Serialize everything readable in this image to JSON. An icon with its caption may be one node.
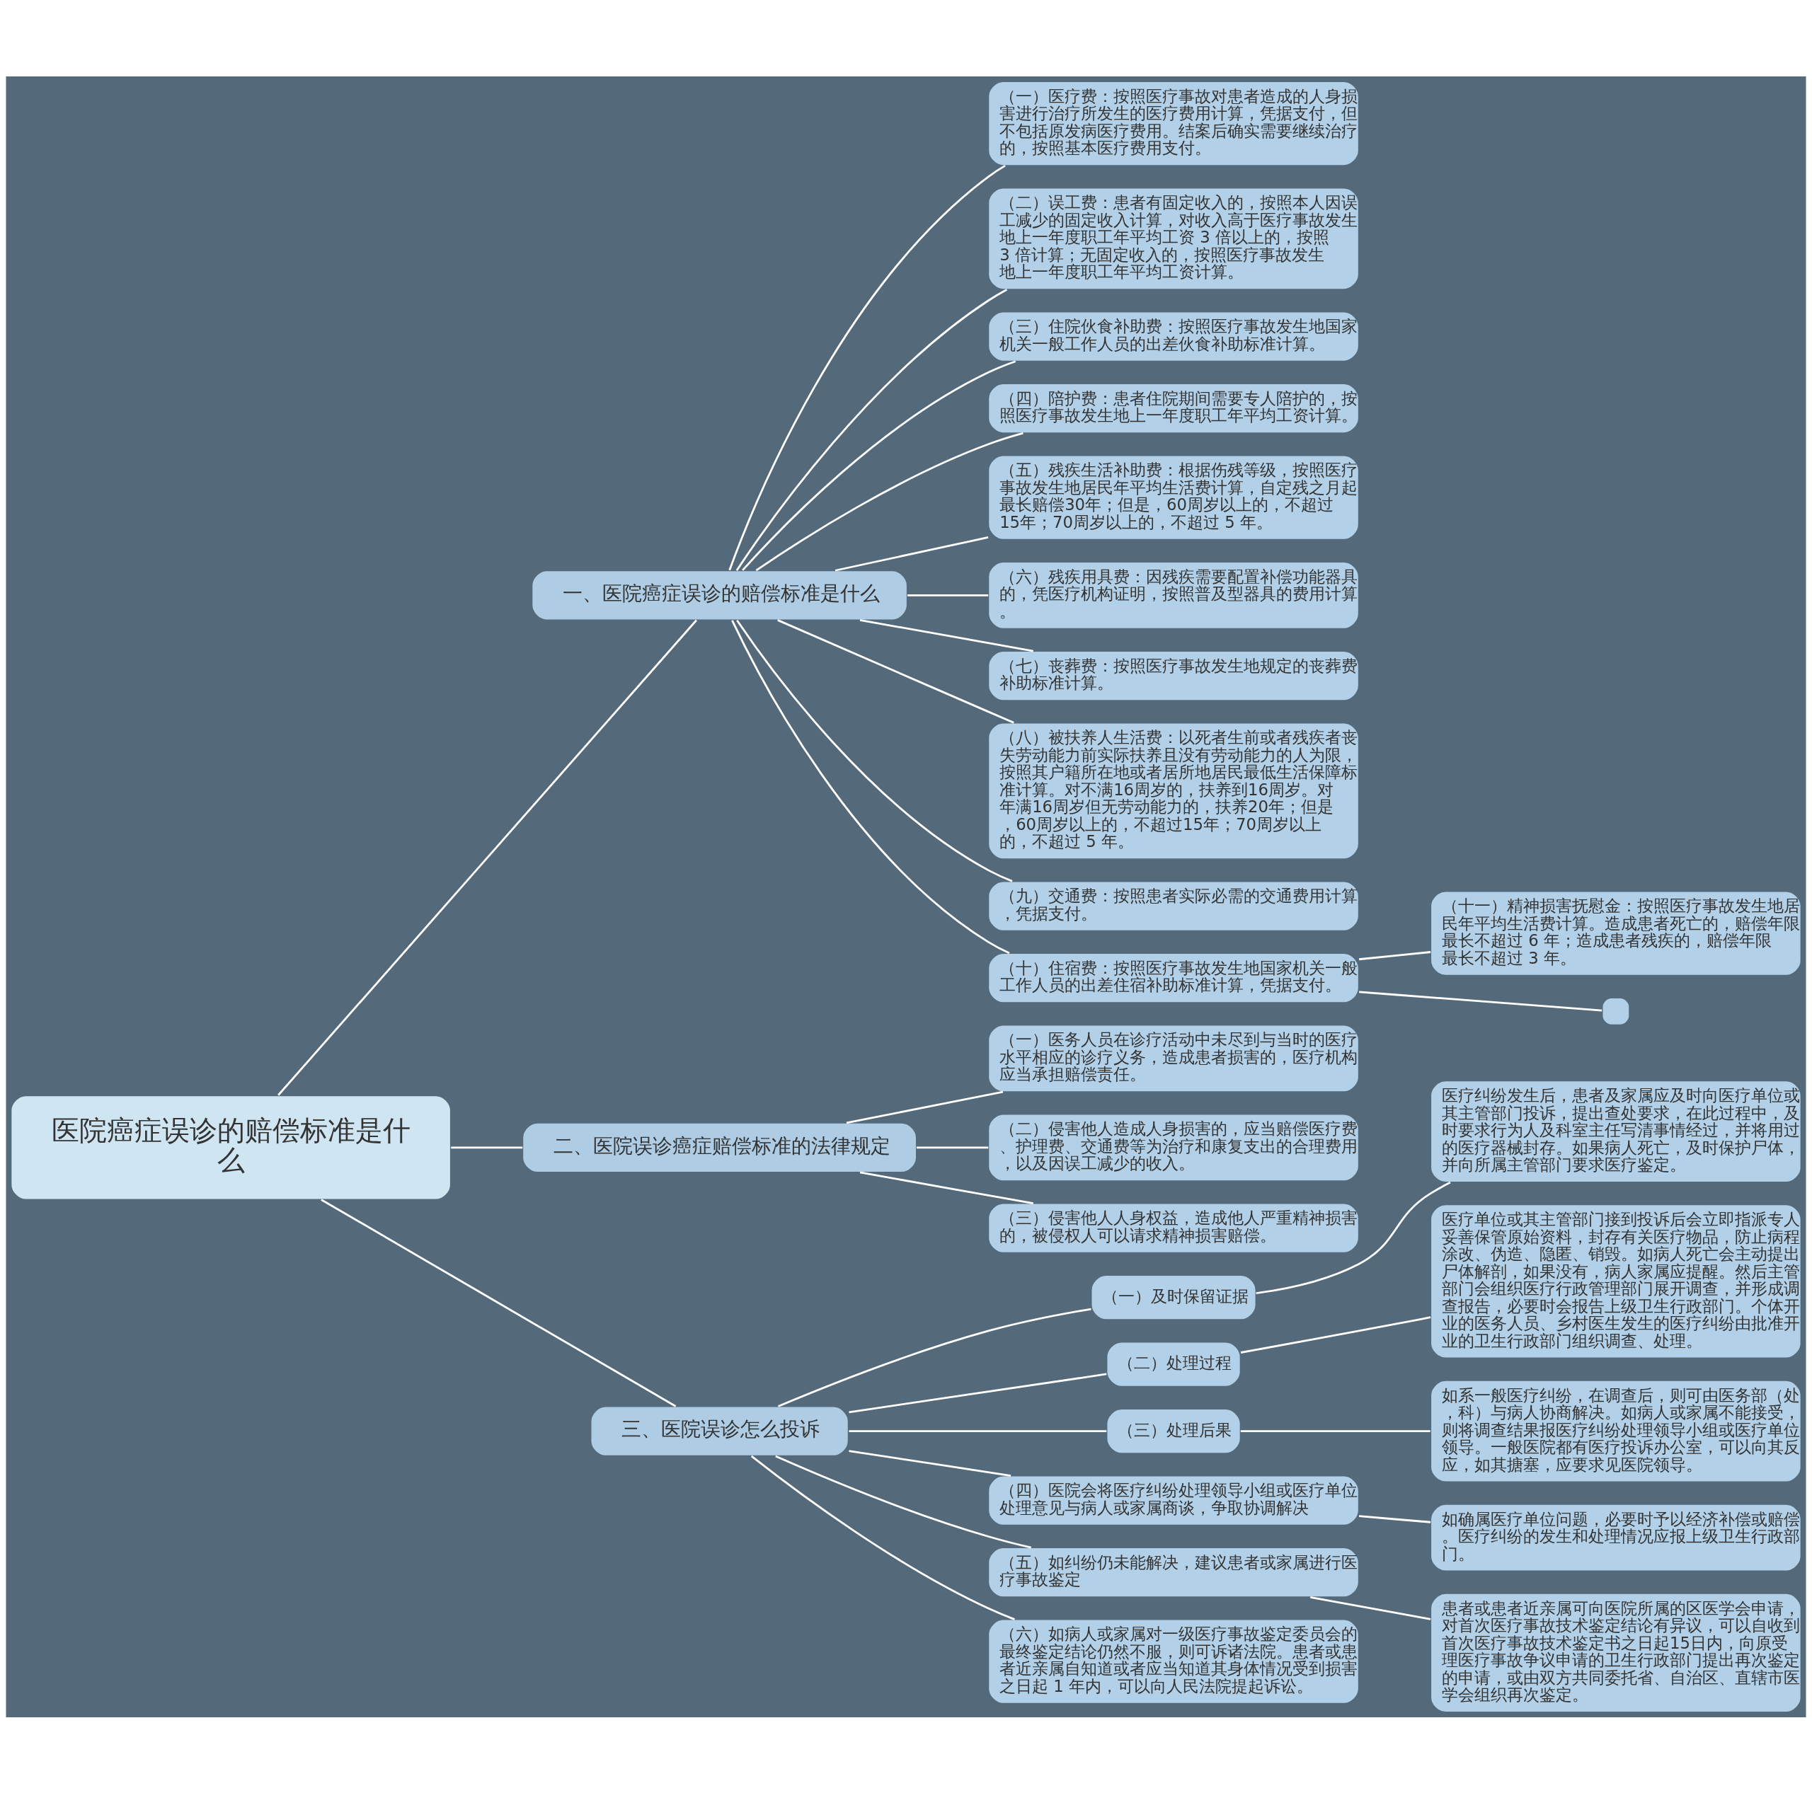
{
  "diagram": {
    "nodes": [
      {
        "text": [
          "医院癌症误诊的赔偿标准是什么"
        ]
      },
      {
        "text": [
          "一、医院癌症误诊的赔偿标准是什么"
        ]
      },
      {
        "text": [
          "（一）医疗费：按照医疗事故对患者造成的人身损害进行治疗所发生的医疗费用计算，凭据支付，但不包括原发病医疗费用。结案后确实需要继续治疗的，按照基本医疗费用支付。"
        ]
      },
      {
        "text": [
          "（二）误工费：患者有固定收入的，按照本人因误工减少的固定收入计算，对收入高于医疗事故发生地上一年度职工年平均工资 3 倍以上的，按照 3 倍计算；无固定收入的，按照医疗事故发生地上一年度职工年平均工资计算。"
        ]
      },
      {
        "text": [
          "（三）住院伙食补助费：按照医疗事故发生地国家机关一般工作人员的出差伙食补助标准计算。"
        ]
      },
      {
        "text": [
          "（四）陪护费：患者住院期间需要专人陪护的，按照医疗事故发生地上一年度职工年平均工资计算。"
        ]
      },
      {
        "text": [
          "（五）残疾生活补助费：根据伤残等级，按照医疗事故发生地居民年平均生活费计算，自定残之月起最长赔偿30年；但是，60周岁以上的，不超过15年；70周岁以上的，不超过 5 年。"
        ]
      },
      {
        "text": [
          "（六）残疾用具费：因残疾需要配置补偿功能器具的，凭医疗机构证明，按照普及型器具的费用计算。"
        ]
      },
      {
        "text": [
          "（七）丧葬费：按照医疗事故发生地规定的丧葬费补助标准计算。"
        ]
      },
      {
        "text": [
          "（八）被扶养人生活费：以死者生前或者残疾者丧失劳动能力前实际扶养且没有劳动能力的人为限，按照其户籍所在地或者居所地居民最低生活保障标准计算。对不满16周岁的，扶养到16周岁。对年满16周岁但无劳动能力的，扶养20年；但是，60周岁以上的，不超过15年；70周岁以上的，不超过 5 年。"
        ]
      },
      {
        "text": [
          "（九）交通费：按照患者实际必需的交通费用计算，凭据支付。"
        ]
      },
      {
        "text": [
          "（十）住宿费：按照医疗事故发生地国家机关一般工作人员的出差住宿补助标准计算，凭据支付。"
        ]
      },
      {
        "text": [
          "（十一）精神损害抚慰金：按照医疗事故发生地居民年平均生活费计算。造成患者死亡的，赔偿年限最长不超过 6 年；造成患者残疾的，赔偿年限最长不超过 3 年。"
        ]
      },
      {
        "text": [],
        "shape": "box"
      },
      {
        "text": [
          "二、医院误诊癌症赔偿标准的法律规定"
        ]
      },
      {
        "text": [
          "（一）医务人员在诊疗活动中未尽到与当时的医疗水平相应的诊疗义务，造成患者损害的，医疗机构应当承担赔偿责任。"
        ]
      },
      {
        "text": [
          "（二）侵害他人造成人身损害的，应当赔偿医疗费、护理费、交通费等为治疗和康复支出的合理费用，以及因误工减少的收入。"
        ]
      },
      {
        "text": [
          "（三）侵害他人人身权益，造成他人严重精神损害的，被侵权人可以请求精神损害赔偿。"
        ]
      },
      {
        "text": [
          "三、医院误诊怎么投诉"
        ]
      },
      {
        "text": [
          "（一）及时保留证据"
        ]
      },
      {
        "text": [
          "医疗纠纷发生后，患者及家属应及时向医疗单位或其主管部门投诉，提出查处要求，在此过程中，及时要求行为人及科室主任写清事情经过，并将用过的医疗器械封存。如果病人死亡，及时保护尸体，并向所属主管部门要求医疗鉴定。"
        ]
      },
      {
        "text": [
          "（二）处理过程"
        ]
      },
      {
        "text": [
          "医疗单位或其主管部门接到投诉后会立即指派专人妥善保管原始资料，封存有关医疗物品，防止病程涂改、伪造、隐匿、销毁。如病人死亡会主动提出尸体解剖，如果没有，病人家属应提醒。然后主管部门会组织医疗行政管理部门展开调查，并形成调查报告，必要时会报告上级卫生行政部门。个体开业的医务人员、乡村医生发生的医疗纠纷由批准开业的卫生行政部门组织调查、处理。"
        ]
      },
      {
        "text": [
          "（三）处理后果"
        ]
      },
      {
        "text": [
          "如系一般医疗纠纷，在调查后，则可由医务部（处，科）与病人协商解决。如病人或家属不能接受，则将调查结果报医疗纠纷处理领导小组或医疗单位领导。一般医院都有医疗投诉办公室，可以向其反应，如其搪塞，应要求见医院领导。"
        ]
      },
      {
        "text": [
          "（四）医院会将医疗纠纷处理领导小组或医疗单位处理意见与病人或家属商谈，争取协调解决"
        ]
      },
      {
        "text": [
          "如确属医疗单位问题，必要时予以经济补偿或赔偿。医疗纠纷的发生和处理情况应报上级卫生行政部门。"
        ]
      },
      {
        "text": [
          "（五）如纠纷仍未能解决，建议患者或家属进行医疗事故鉴定"
        ]
      },
      {
        "text": [
          "患者或患者近亲属可向医院所属的区医学会申请，对首次医疗事故技术鉴定结论有异议，可以自收到首次医疗事故技术鉴定书之日起15日内，向原受理医疗事故争议申请的卫生行政部门提出再次鉴定的申请，或由双方共同委托省、自治区、直辖市医学会组织再次鉴定。"
        ]
      },
      {
        "text": [
          "（六）如病人或家属对一级医疗事故鉴定委员会的最终鉴定结论仍然不服，则可诉诸法院。患者或患者近亲属自知道或者应当知道其身体情况受到损害之日起 1 年内，可以向人民法院提起诉讼。"
        ]
      }
    ],
    "edges": [
      {
        "from": 0,
        "to": 1,
        "arrow": "none"
      },
      {
        "from": 1,
        "to": 2,
        "arrow": "none"
      },
      {
        "from": 1,
        "to": 3,
        "arrow": "none"
      },
      {
        "from": 1,
        "to": 4,
        "arrow": "none"
      },
      {
        "from": 1,
        "to": 5,
        "arrow": "none"
      },
      {
        "from": 1,
        "to": 6,
        "arrow": "none"
      },
      {
        "from": 1,
        "to": 7,
        "arrow": "none"
      },
      {
        "from": 1,
        "to": 8,
        "arrow": "none"
      },
      {
        "from": 1,
        "to": 9,
        "arrow": "none"
      },
      {
        "from": 1,
        "to": 10,
        "arrow": "none"
      },
      {
        "from": 1,
        "to": 11,
        "arrow": "none"
      },
      {
        "from": 11,
        "to": 12,
        "arrow": "none"
      },
      {
        "from": 11,
        "to": 13,
        "arrow": "none"
      },
      {
        "from": 0,
        "to": 14,
        "arrow": "none"
      },
      {
        "from": 14,
        "to": 15,
        "arrow": "none"
      },
      {
        "from": 14,
        "to": 16,
        "arrow": "none"
      },
      {
        "from": 14,
        "to": 17,
        "arrow": "none"
      },
      {
        "from": 0,
        "to": 18,
        "arrow": "none"
      },
      {
        "from": 18,
        "to": 19,
        "arrow": "none"
      },
      {
        "from": 19,
        "to": 20,
        "arrow": "none"
      },
      {
        "from": 18,
        "to": 21,
        "arrow": "none"
      },
      {
        "from": 21,
        "to": 22,
        "arrow": "none"
      },
      {
        "from": 18,
        "to": 23,
        "arrow": "none"
      },
      {
        "from": 23,
        "to": 24,
        "arrow": "none"
      },
      {
        "from": 18,
        "to": 25,
        "arrow": "none"
      },
      {
        "from": 25,
        "to": 26,
        "arrow": "none"
      },
      {
        "from": 18,
        "to": 27,
        "arrow": "none"
      },
      {
        "from": 27,
        "to": 28,
        "arrow": "none"
      },
      {
        "from": 18,
        "to": 29,
        "arrow": "none"
      }
    ]
  }
}
